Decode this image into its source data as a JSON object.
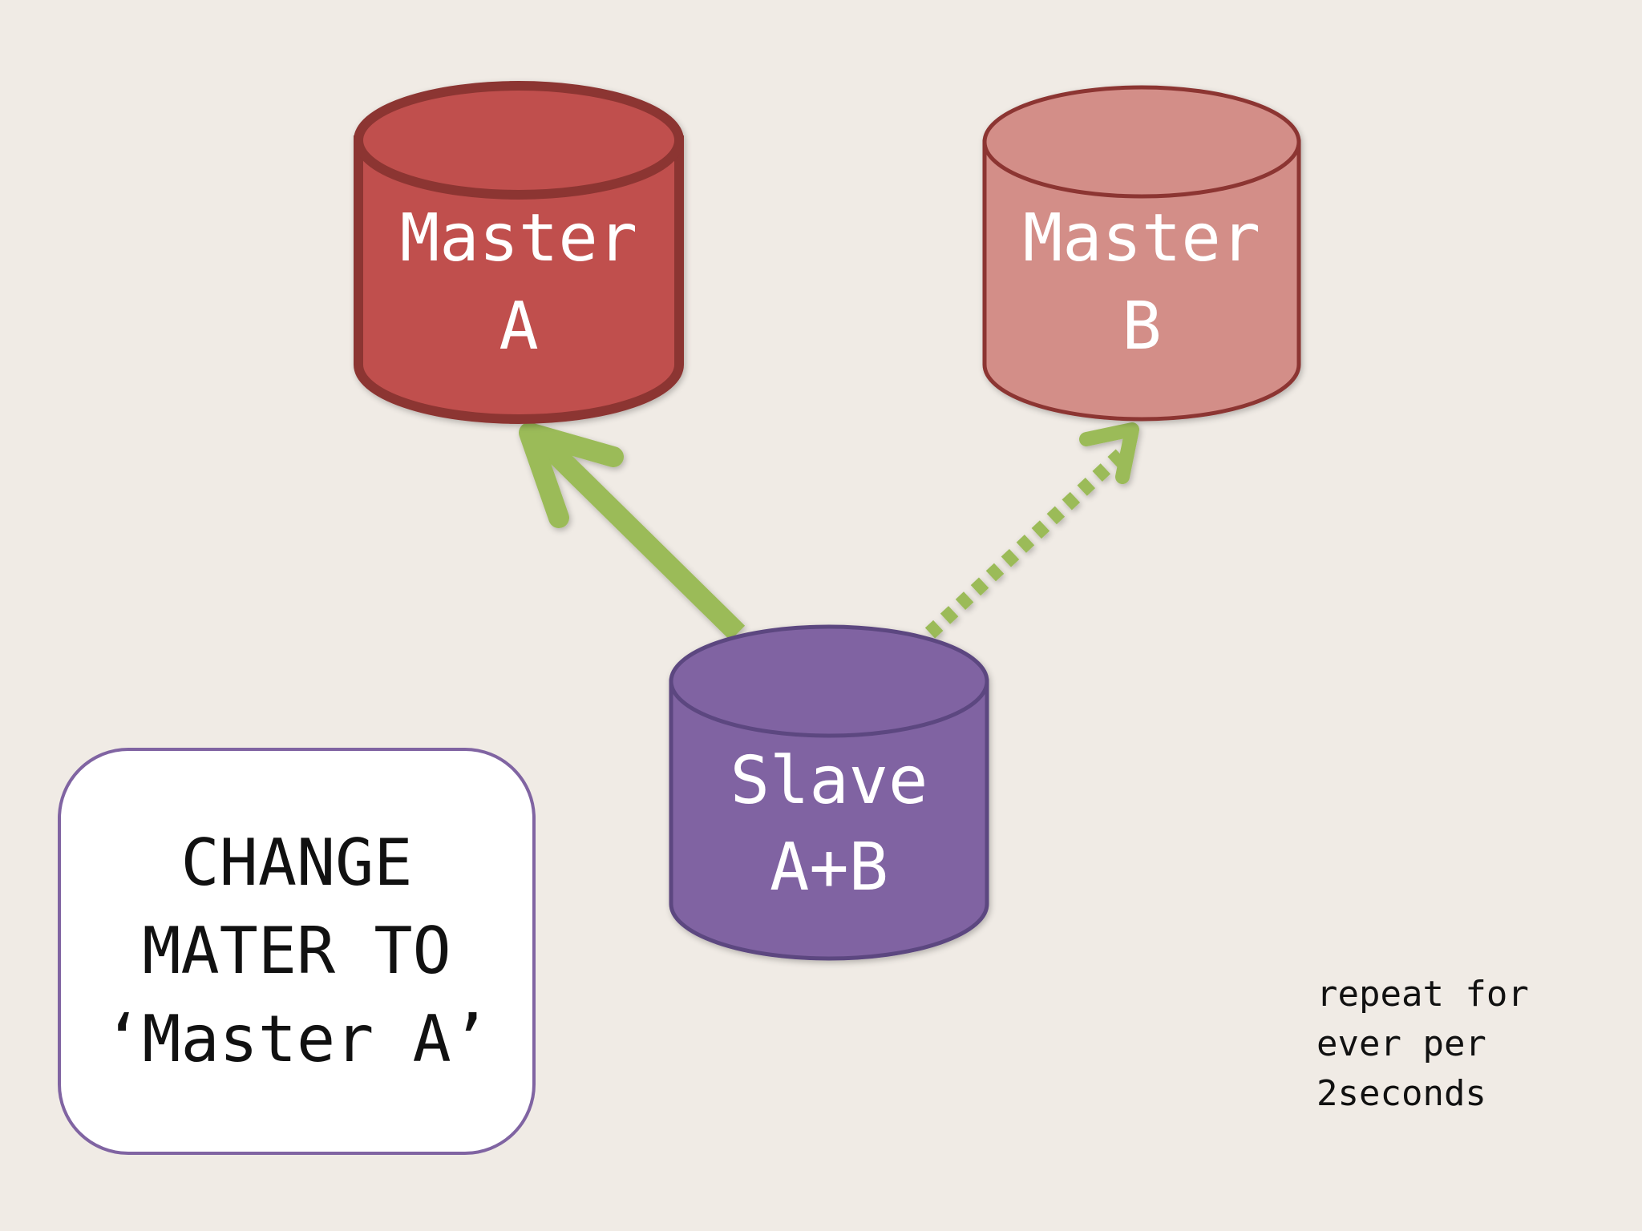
{
  "nodes": {
    "master_a": {
      "line1": "Master",
      "line2": "A",
      "color": "#c0504d",
      "stroke": "#8c3432"
    },
    "master_b": {
      "line1": "Master",
      "line2": "B",
      "color": "#d38e88",
      "stroke": "#8c3432"
    },
    "slave": {
      "line1": "Slave",
      "line2": "A+B",
      "color": "#8064a2",
      "stroke": "#5c4680"
    }
  },
  "edges": [
    {
      "from": "slave",
      "to": "master_a",
      "style": "solid",
      "color": "#9bbb59"
    },
    {
      "from": "slave",
      "to": "master_b",
      "style": "dotted",
      "color": "#9bbb59"
    }
  ],
  "command_box": {
    "lines": [
      "CHANGE",
      "MATER TO",
      "‘Master A’"
    ]
  },
  "note": {
    "lines": [
      "repeat for",
      "ever per",
      "2seconds"
    ]
  }
}
